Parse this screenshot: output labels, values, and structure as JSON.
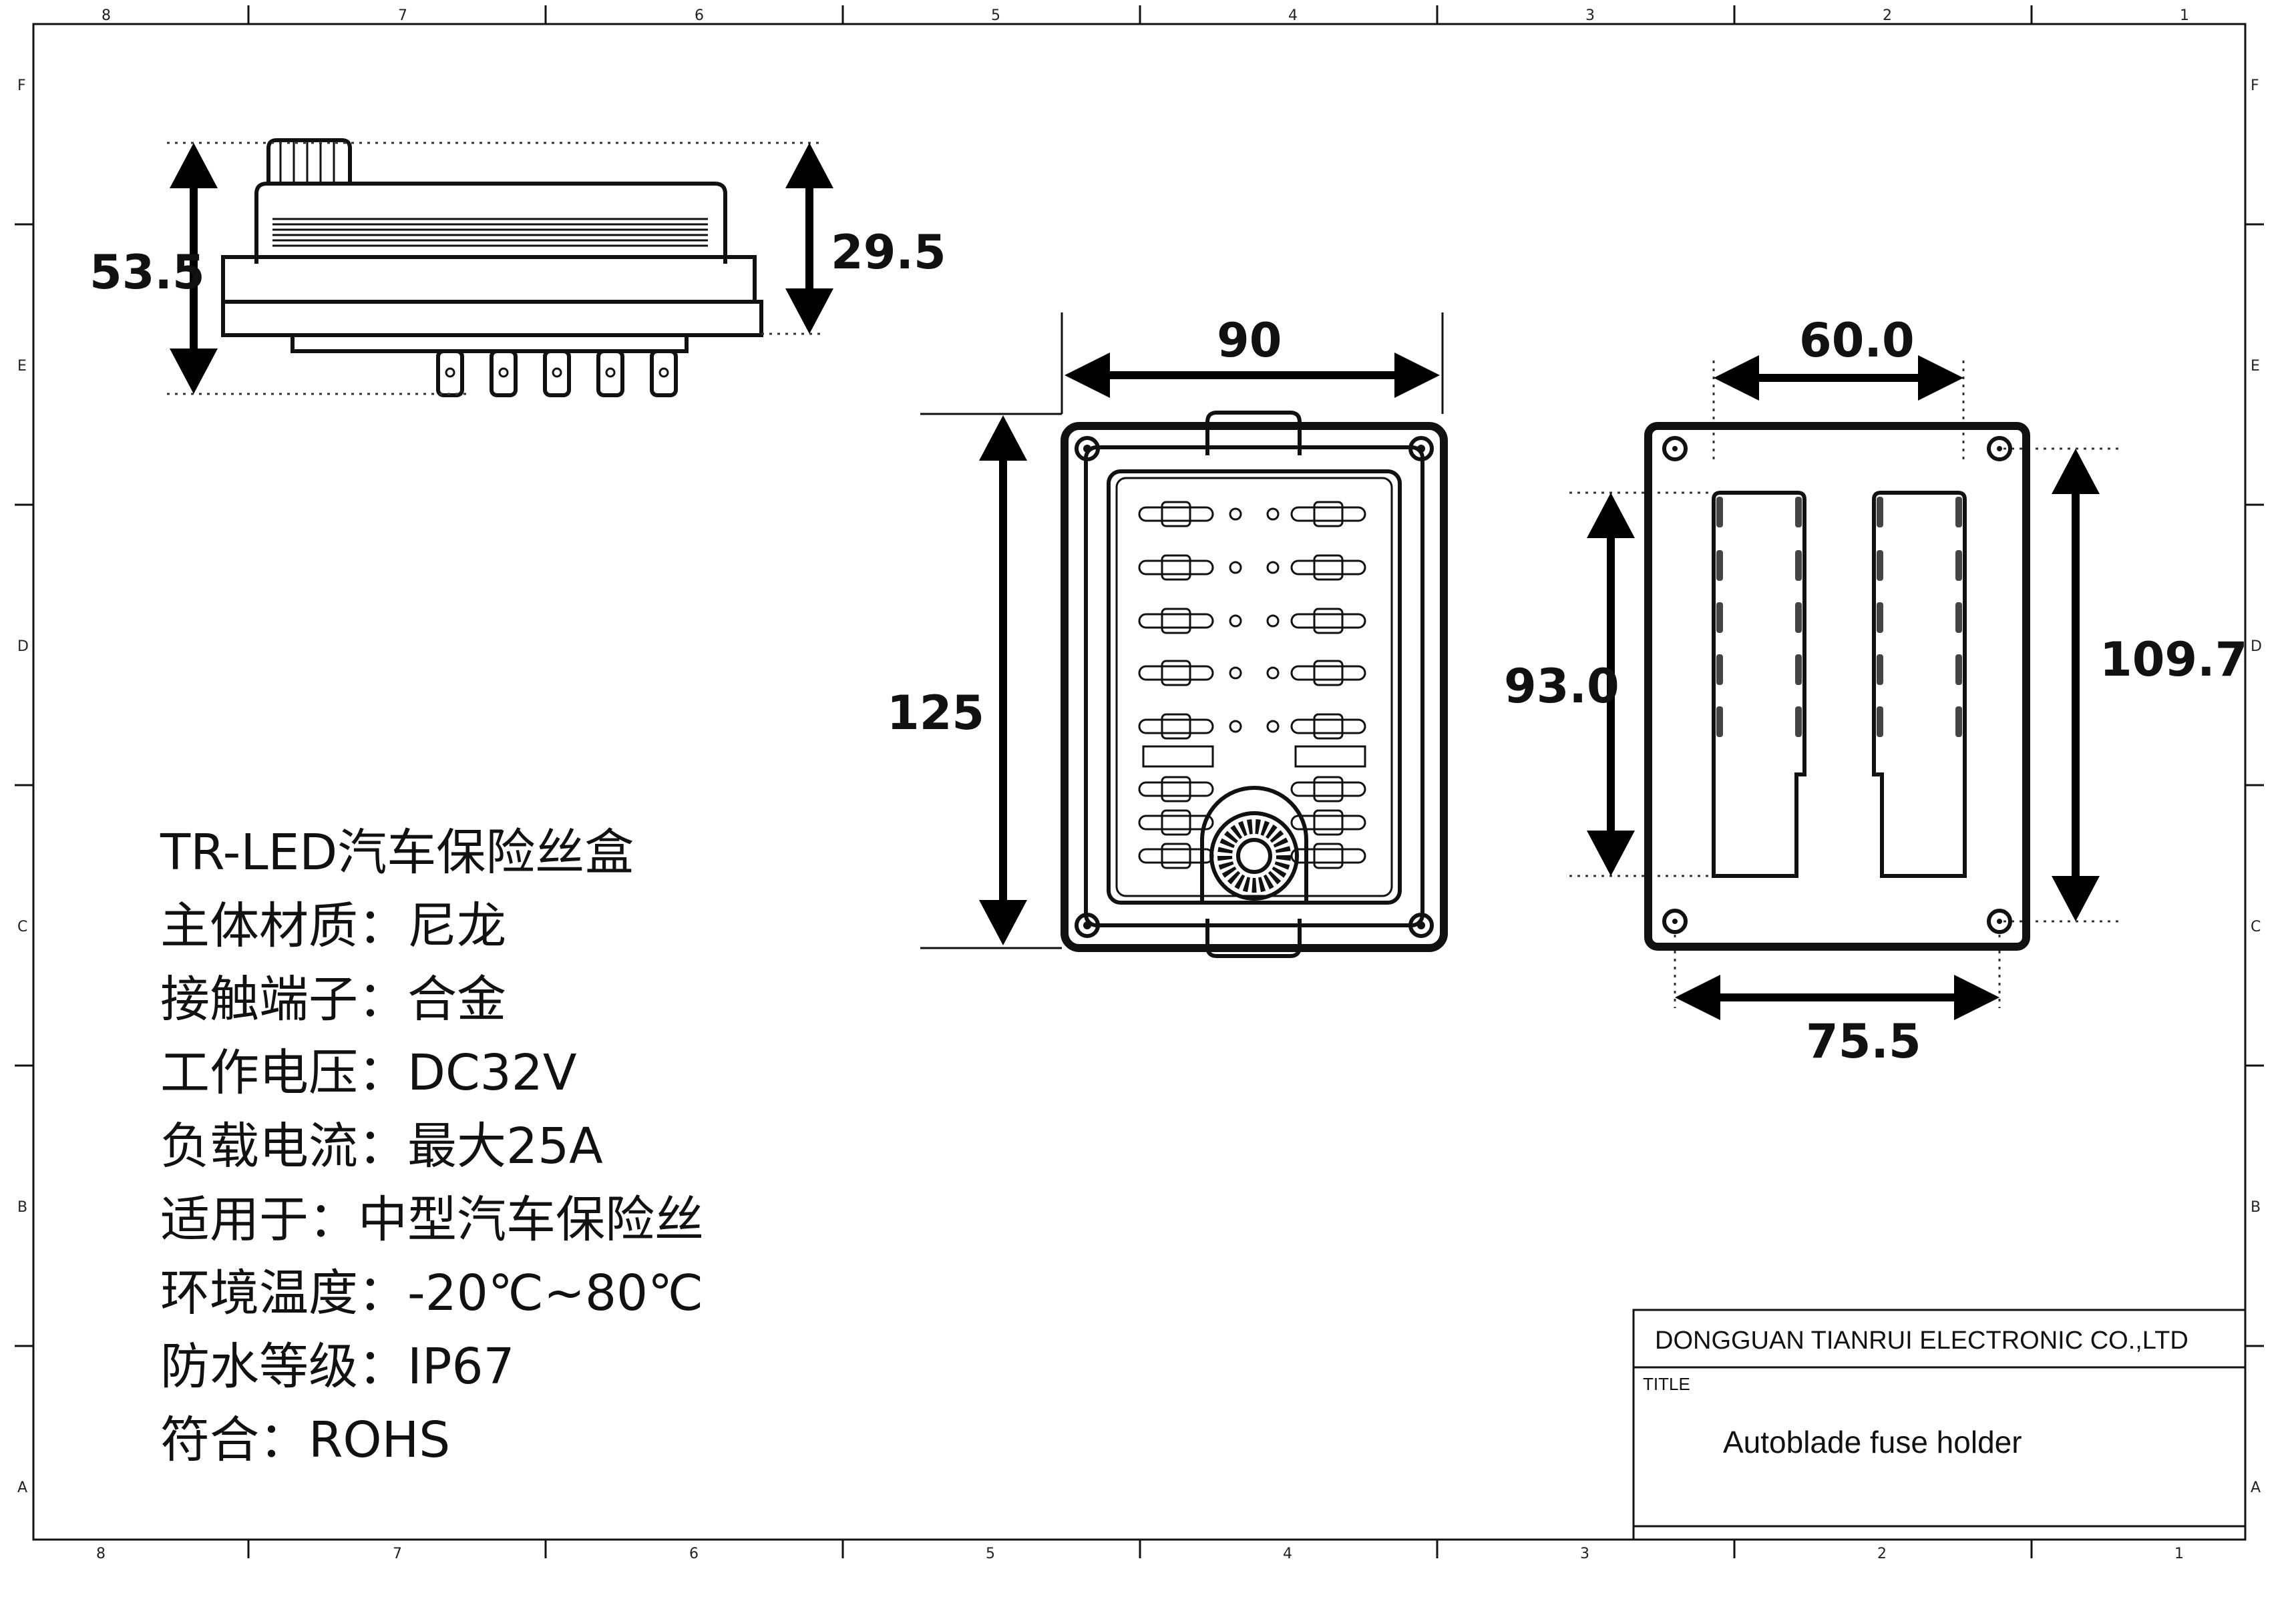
{
  "frame": {
    "column_labels": [
      "8",
      "7",
      "6",
      "5",
      "4",
      "3",
      "2",
      "1"
    ],
    "row_labels": [
      "F",
      "E",
      "D",
      "C",
      "B",
      "A"
    ]
  },
  "dimensions": {
    "side_height": "53.5",
    "side_body": "29.5",
    "front_width": "90",
    "front_height": "125",
    "back_slot_width": "60.0",
    "back_slot_height": "93.0",
    "back_hole_vertical": "109.7",
    "back_hole_horizontal": "75.5"
  },
  "specs": [
    "TR-LED汽车保险丝盒",
    "主体材质：尼龙",
    "接触端子：合金",
    "工作电压：DC32V",
    "负载电流：最大25A",
    "适用于：中型汽车保险丝",
    "环境温度：-20℃~80℃",
    "防水等级：IP67",
    "符合：ROHS"
  ],
  "title_block": {
    "company": "DONGGUAN TIANRUI ELECTRONIC CO.,LTD",
    "title_label": "TITLE",
    "title": "Autoblade fuse holder"
  },
  "icons": {
    "fuse_slot": "fuse-slot-icon",
    "waterproof_valve": "valve-icon",
    "mounting_hole": "mounting-hole-icon",
    "terminal": "terminal-pin-icon"
  },
  "colors": {
    "line": "#111111",
    "background": "#ffffff"
  }
}
